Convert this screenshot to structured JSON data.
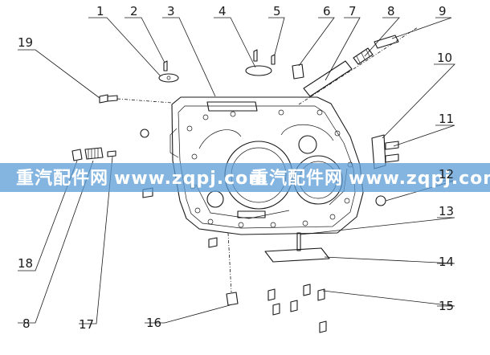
{
  "callouts": [
    "1",
    "2",
    "3",
    "4",
    "5",
    "6",
    "7",
    "8",
    "9",
    "10",
    "11",
    "12",
    "13",
    "14",
    "15",
    "16",
    "17",
    "18",
    "19",
    "8"
  ],
  "watermark": {
    "cn_1": "重汽配件网",
    "url_1": "www.zqpj.com",
    "cn_2": "重汽配件网",
    "url_2": "www.zqpj.com",
    "band_color": "#5b9bd5"
  },
  "colors": {
    "line": "#1a1a1a",
    "background": "#ffffff"
  }
}
